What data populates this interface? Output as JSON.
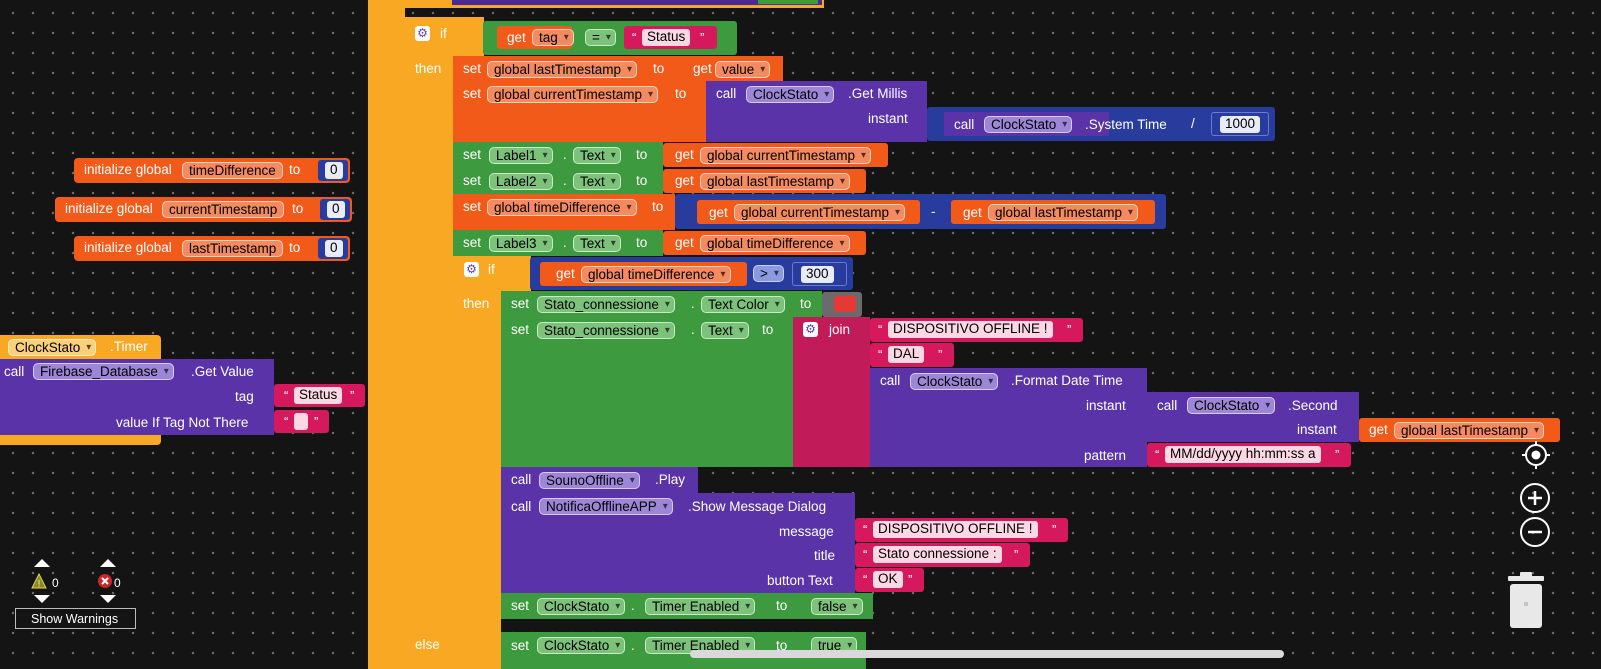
{
  "kw": {
    "if": "if",
    "then": "then",
    "else": "else",
    "set": "set",
    "get": "get",
    "to": "to",
    "call": "call",
    "join": "join",
    "initialize_global": "initialize global",
    "instant": "instant",
    "tag": "tag",
    "pattern": "pattern",
    "message": "message",
    "title": "title",
    "button_text": "button Text",
    "value_if_not_there": "value If Tag Not There",
    "dot": ".",
    "minus": "-",
    "divide": "/",
    "qo": "“",
    "qc": "”"
  },
  "init": [
    {
      "var": "timeDifference",
      "value": "0"
    },
    {
      "var": "currentTimestamp",
      "value": "0"
    },
    {
      "var": "lastTimestamp",
      "value": "0"
    }
  ],
  "timer_block": {
    "component": "ClockStato",
    "event": ".Timer",
    "call_component": "Firebase_Database",
    "method": ".Get Value",
    "tag_value": "Status",
    "empty_value": ""
  },
  "main": {
    "cond": {
      "var": "tag",
      "op": "=",
      "str": "Status"
    },
    "set_last": {
      "var": "global lastTimestamp",
      "get": "value"
    },
    "set_current": {
      "var": "global currentTimestamp",
      "comp": "ClockStato",
      "method": ".Get Millis",
      "inner_comp": "ClockStato",
      "inner_method": ".System Time",
      "divisor": "1000"
    },
    "label1": {
      "comp": "Label1",
      "prop": "Text",
      "get": "global currentTimestamp"
    },
    "label2": {
      "comp": "Label2",
      "prop": "Text",
      "get": "global lastTimestamp"
    },
    "set_diff": {
      "var": "global timeDifference",
      "a": "global currentTimestamp",
      "b": "global lastTimestamp"
    },
    "label3": {
      "comp": "Label3",
      "prop": "Text",
      "get": "global timeDifference"
    },
    "cond2": {
      "var": "global timeDifference",
      "op": ">",
      "num": "300"
    },
    "stato_color": {
      "comp": "Stato_connessione",
      "prop": "Text Color",
      "color": "#e53935"
    },
    "stato_text": {
      "comp": "Stato_connessione",
      "prop": "Text",
      "s1": "DISPOSITIVO OFFLINE !",
      "s2": "DAL",
      "fmt_comp": "ClockStato",
      "fmt_method": ".Format Date Time",
      "sec_comp": "ClockStato",
      "sec_method": ".Second",
      "sec_get": "global lastTimestamp",
      "pattern": "MM/dd/yyyy hh:mm:ss a"
    },
    "sound": {
      "comp": "SounoOffline",
      "method": ".Play"
    },
    "notify": {
      "comp": "NotificaOfflineAPP",
      "method": ".Show Message Dialog",
      "message": "DISPOSITIVO OFFLINE !",
      "title": "Stato connessione :",
      "button": "OK"
    },
    "timer_false": {
      "comp": "ClockStato",
      "prop": "Timer Enabled",
      "value": "false"
    },
    "timer_true": {
      "comp": "ClockStato",
      "prop": "Timer Enabled",
      "value": "true"
    }
  },
  "warnings": {
    "warn_count": "0",
    "error_count": "0",
    "button": "Show Warnings"
  },
  "icons": {
    "gear": "gear-icon",
    "warning": "warning-icon",
    "error": "error-icon",
    "target": "recenter-icon",
    "zoom_in": "zoom-in-icon",
    "zoom_out": "zoom-out-icon",
    "trash": "trash-icon"
  }
}
